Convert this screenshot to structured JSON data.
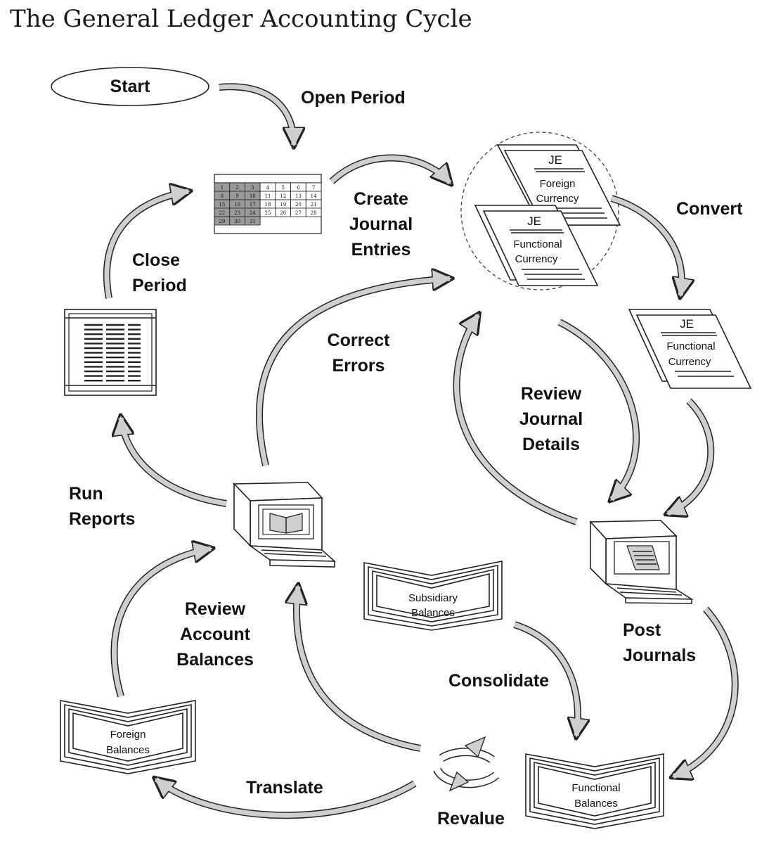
{
  "title": "The General Ledger Accounting Cycle",
  "nodes": {
    "start": "Start",
    "je_foreign_tag": "JE",
    "je_foreign_text": [
      "Foreign",
      "Currency"
    ],
    "je_functional_tag": "JE",
    "je_functional_text": [
      "Functional",
      "Currency"
    ],
    "je_converted_tag": "JE",
    "je_converted_text": [
      "Functional",
      "Currency"
    ],
    "subsidiary_balances": [
      "Subsidiary",
      "Balances"
    ],
    "foreign_balances": [
      "Foreign",
      "Balances"
    ],
    "functional_balances": [
      "Functional",
      "Balances"
    ]
  },
  "calendar": {
    "rows": [
      [
        "1",
        "2",
        "3",
        "4",
        "5",
        "6",
        "7"
      ],
      [
        "8",
        "9",
        "10",
        "11",
        "12",
        "13",
        "14"
      ],
      [
        "15",
        "16",
        "17",
        "18",
        "19",
        "20",
        "21"
      ],
      [
        "22",
        "23",
        "24",
        "25",
        "26",
        "27",
        "28"
      ],
      [
        "29",
        "30",
        "31",
        "",
        "",
        "",
        ""
      ]
    ]
  },
  "steps": {
    "open_period": "Open Period",
    "create_journal_entries": [
      "Create",
      "Journal",
      "Entries"
    ],
    "convert": "Convert",
    "close_period": [
      "Close",
      "Period"
    ],
    "correct_errors": [
      "Correct",
      "Errors"
    ],
    "review_journal_details": [
      "Review",
      "Journal",
      "Details"
    ],
    "run_reports": [
      "Run",
      "Reports"
    ],
    "review_account_balances": [
      "Review",
      "Account",
      "Balances"
    ],
    "post_journals": [
      "Post",
      "Journals"
    ],
    "consolidate": "Consolidate",
    "translate": "Translate",
    "revalue": "Revalue"
  }
}
